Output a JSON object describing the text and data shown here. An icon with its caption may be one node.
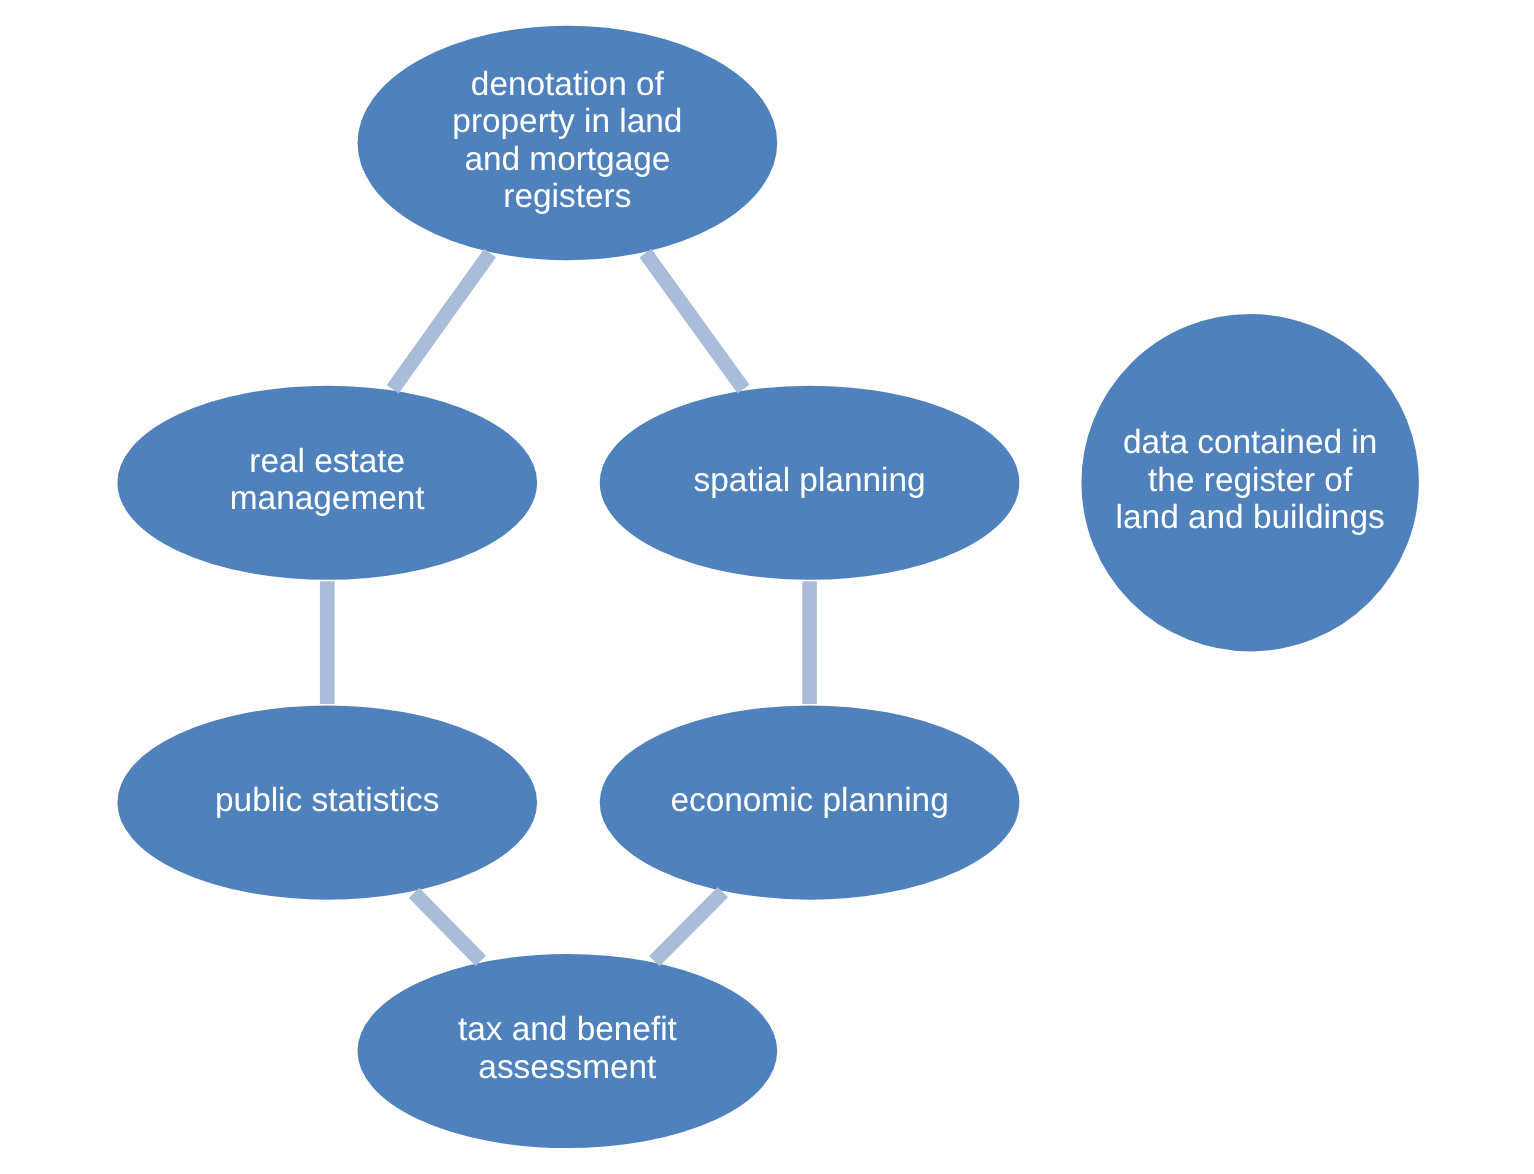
{
  "diagram": {
    "nodes": [
      {
        "text": [
          "denotation of property in land and mortgage registers"
        ]
      },
      {
        "text": [
          "real estate management"
        ]
      },
      {
        "text": [
          "spatial planning"
        ]
      },
      {
        "text": [
          "data contained in the register of land and buildings"
        ]
      },
      {
        "text": [
          "public statistics"
        ]
      },
      {
        "text": [
          "economic planning"
        ]
      },
      {
        "text": [
          "tax and benefit assessment"
        ]
      }
    ],
    "edges": [
      {
        "from": 0,
        "to": 1,
        "arrow": "none"
      },
      {
        "from": 0,
        "to": 2,
        "arrow": "none"
      },
      {
        "from": 1,
        "to": 4,
        "arrow": "none"
      },
      {
        "from": 2,
        "to": 5,
        "arrow": "none"
      },
      {
        "from": 4,
        "to": 6,
        "arrow": "none"
      },
      {
        "from": 5,
        "to": 6,
        "arrow": "none"
      }
    ]
  }
}
